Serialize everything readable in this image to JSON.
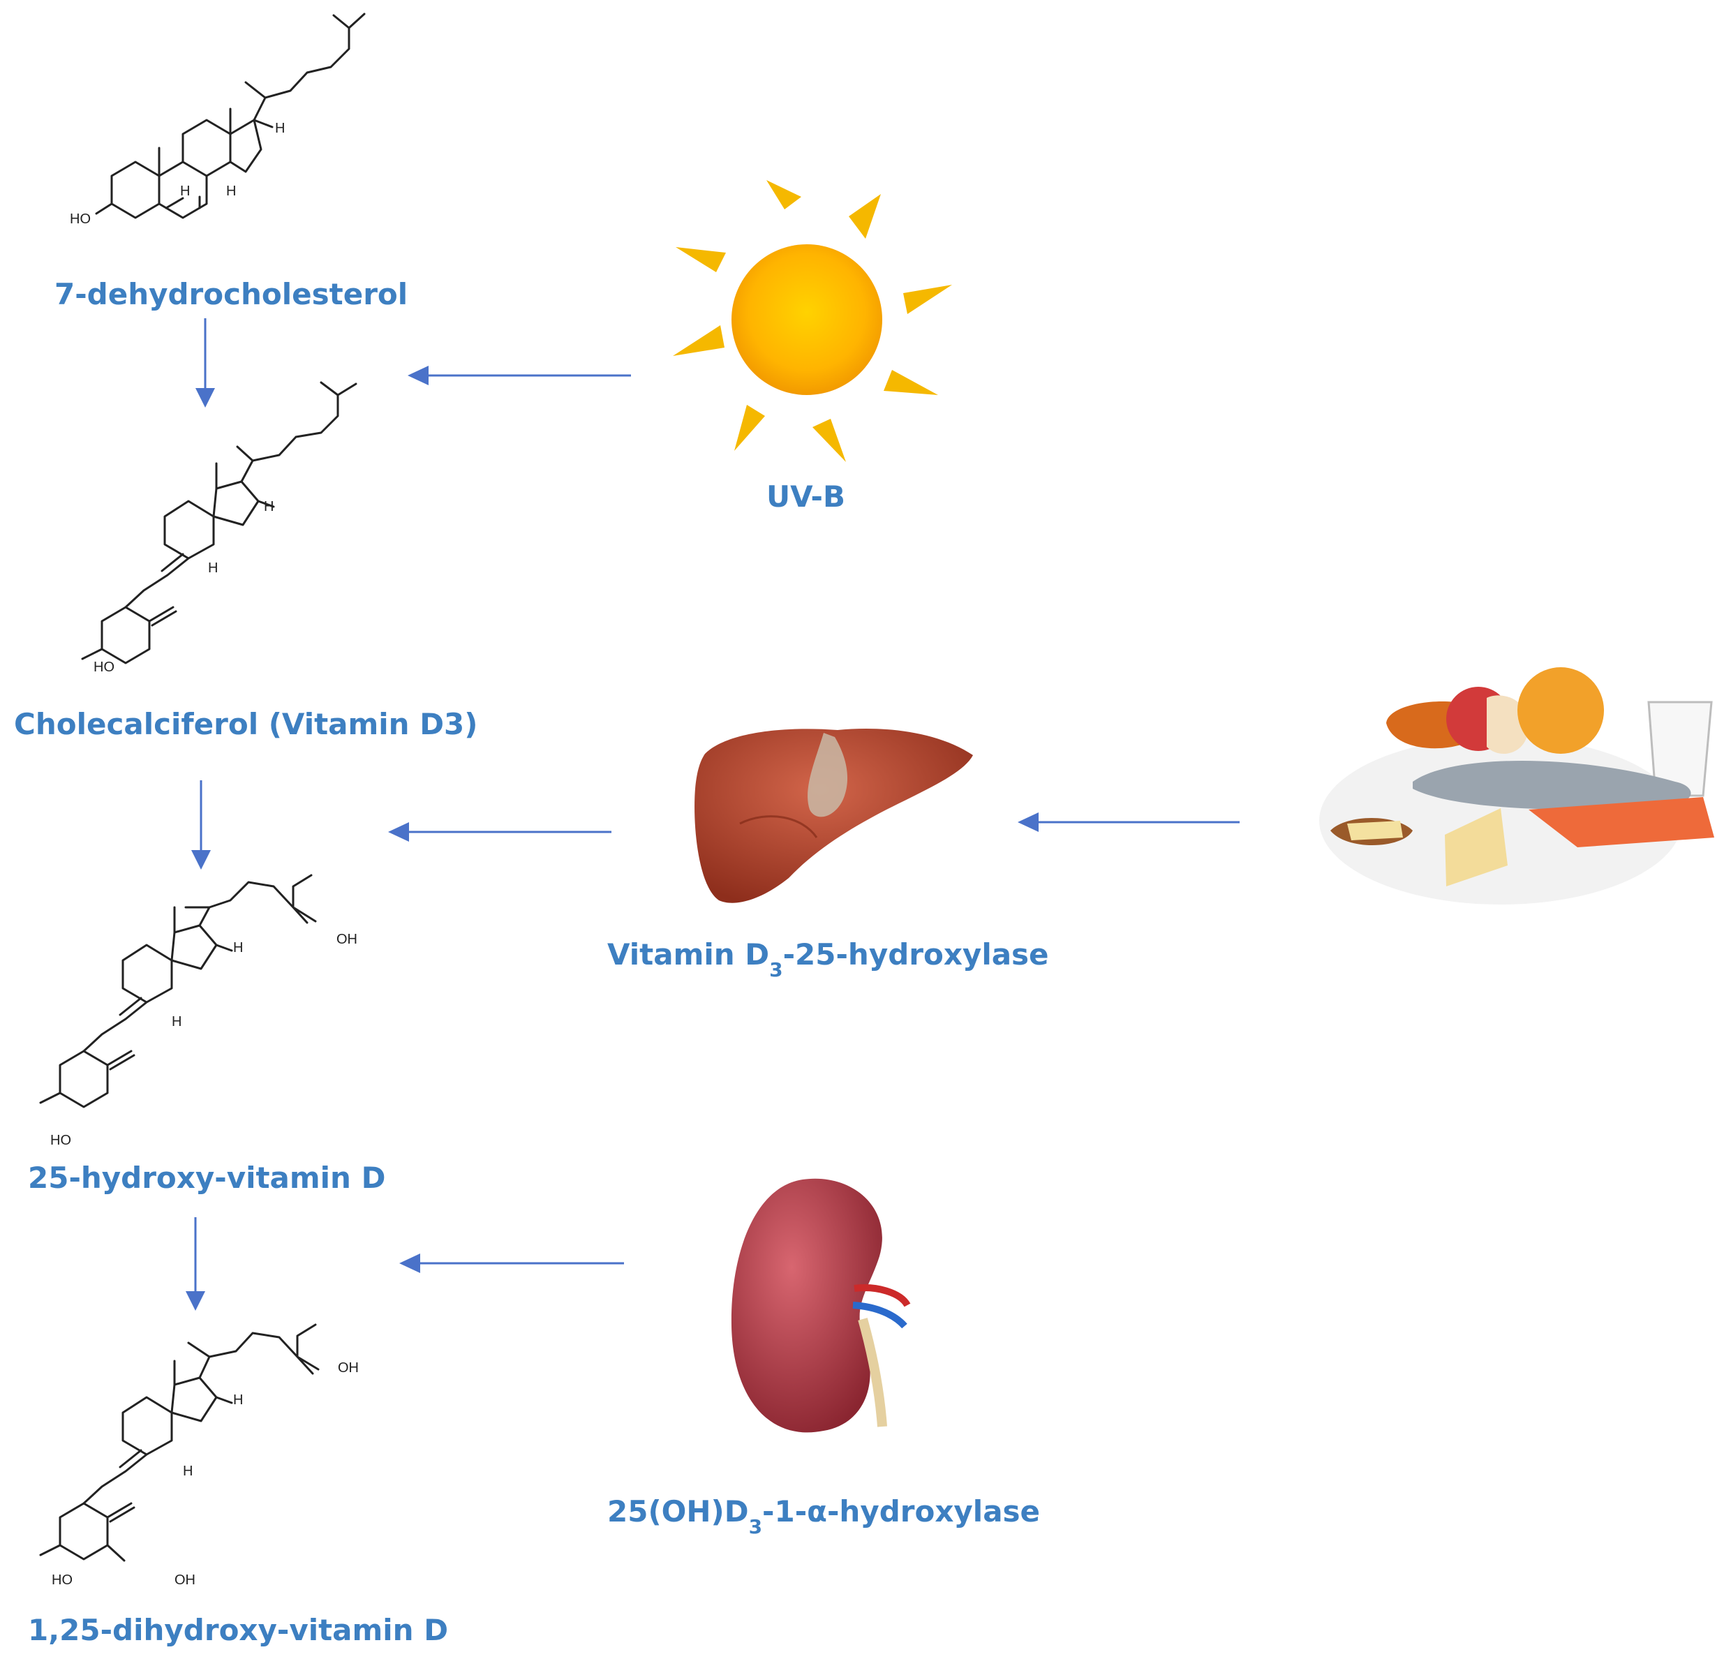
{
  "compounds": [
    {
      "id": "dhc",
      "label": "7-dehydrocholesterol"
    },
    {
      "id": "d3",
      "label": "Cholecalciferol (Vitamin D3)"
    },
    {
      "id": "d25",
      "label": "25-hydroxy-vitamin D"
    },
    {
      "id": "d125",
      "label": "1,25-dihydroxy-vitamin D"
    }
  ],
  "sources": {
    "sun": {
      "label": "UV-B"
    },
    "liver": {
      "label_prefix": "Vitamin D",
      "label_sub": "3",
      "label_suffix": "-25-hydroxylase"
    },
    "kidney": {
      "label_prefix": "25(OH)D",
      "label_sub": "3",
      "label_suffix": "-1-α-hydroxylase"
    }
  },
  "atoms": {
    "hydroxyl": "HO",
    "hydroxyl_right": "OH",
    "hydrogen": "H"
  },
  "colors": {
    "label_blue": "#3d7fc1",
    "arrow_blue": "#4a72c9",
    "sun_core": "#ffb400",
    "sun_ray": "#f5b800",
    "liver": "#b84a32",
    "kidney": "#b3404a"
  },
  "icons": [
    "sun-icon",
    "liver-icon",
    "kidney-icon",
    "food-icon"
  ]
}
